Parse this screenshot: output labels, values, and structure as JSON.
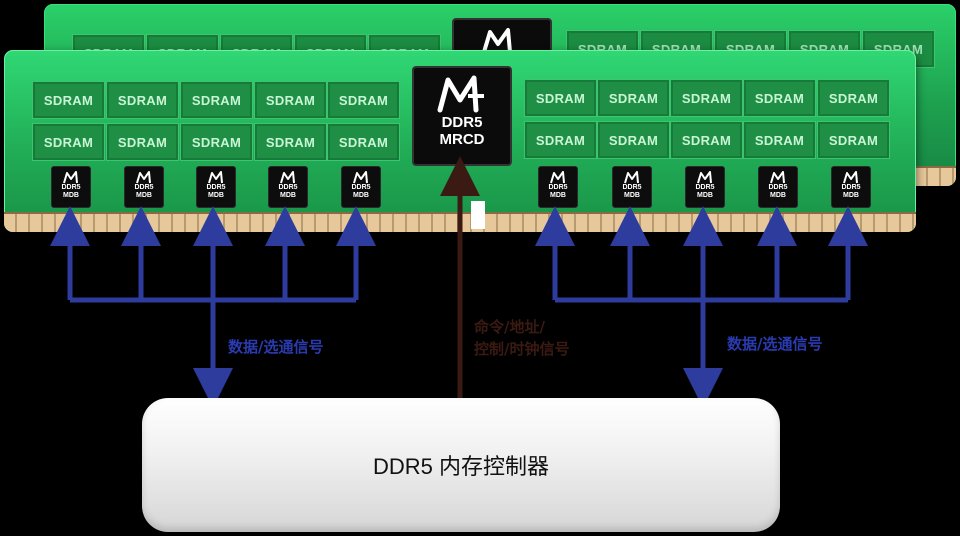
{
  "chips": {
    "sdram_label": "SDRAM",
    "mdb_line1": "DDR5",
    "mdb_line2": "MDB",
    "mrcd_line1": "DDR5",
    "mrcd_line2": "MRCD"
  },
  "labels": {
    "data_left": "数据/选通信号",
    "data_right": "数据/选通信号",
    "cmd_line1": "命令/地址/",
    "cmd_line2": "控制/时钟信号"
  },
  "controller": {
    "label": "DDR5 内存控制器"
  },
  "colors": {
    "board_green": "#21ad56",
    "chip_green": "#1e8f44",
    "bus_blue": "#2e3c9e",
    "cmd_brown": "#3a1a12",
    "gold_contacts": "#e7c89b"
  },
  "icons": {
    "vendor_logo": "m-logo-icon"
  }
}
